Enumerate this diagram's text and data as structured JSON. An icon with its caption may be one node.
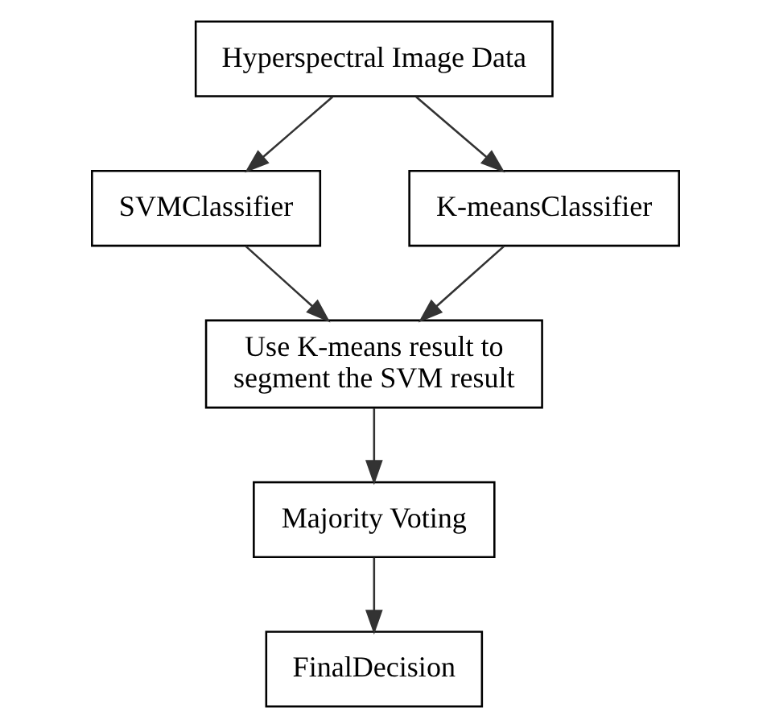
{
  "diagram": {
    "nodes": [
      {
        "text": [
          "Hyperspectral Image Data"
        ]
      },
      {
        "text": [
          "SVMClassifier"
        ]
      },
      {
        "text": [
          "K-meansClassifier"
        ]
      },
      {
        "text": [
          "Use K-means result to segment the SVM result"
        ]
      },
      {
        "text": [
          "Majority Voting"
        ]
      },
      {
        "text": [
          "FinalDecision"
        ]
      }
    ],
    "edges": [
      {
        "from": 0,
        "to": 1,
        "arrow": "to"
      },
      {
        "from": 0,
        "to": 2,
        "arrow": "to"
      },
      {
        "from": 1,
        "to": 3,
        "arrow": "to"
      },
      {
        "from": 2,
        "to": 3,
        "arrow": "to"
      },
      {
        "from": 3,
        "to": 4,
        "arrow": "to"
      },
      {
        "from": 4,
        "to": 5,
        "arrow": "to"
      }
    ]
  }
}
